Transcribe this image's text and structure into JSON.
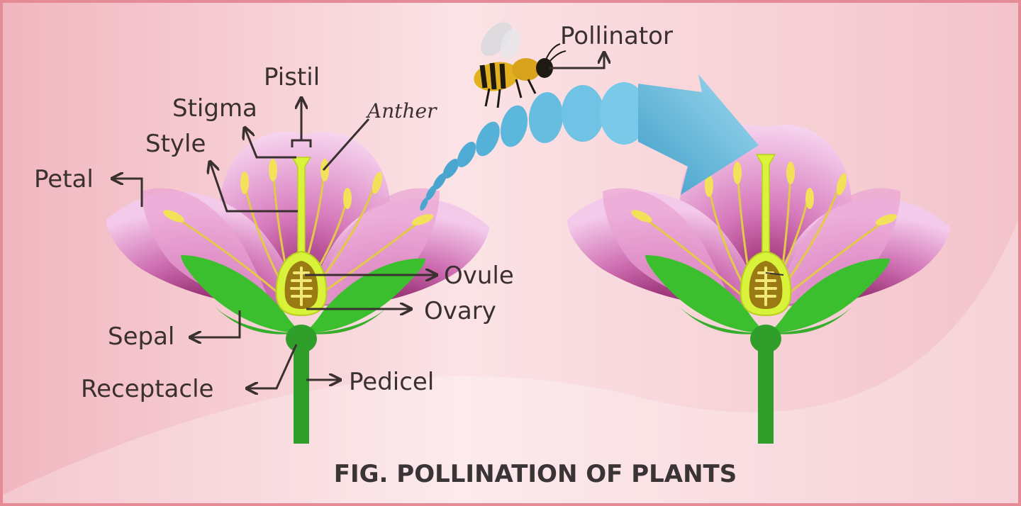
{
  "labels": {
    "pistil": "Pistil",
    "stigma": "Stigma",
    "anther": "Anther",
    "style": "Style",
    "petal": "Petal",
    "ovule": "Ovule",
    "ovary": "Ovary",
    "sepal": "Sepal",
    "receptacle": "Receptacle",
    "pedicel": "Pedicel",
    "pollinator": "Pollinator"
  },
  "caption": "FIG. POLLINATION OF PLANTS",
  "colors": {
    "background": "#f4c9cf",
    "petal_light": "#f0b8e0",
    "petal_dark": "#a8307a",
    "sepal": "#3cbf2f",
    "stem": "#2f9e2a",
    "pistil": "#d9f23a",
    "ovary_inner": "#9a7a12",
    "stamen": "#e8d84a",
    "arrow_blue": "#7ccbe8",
    "label_text": "#3a3030"
  }
}
